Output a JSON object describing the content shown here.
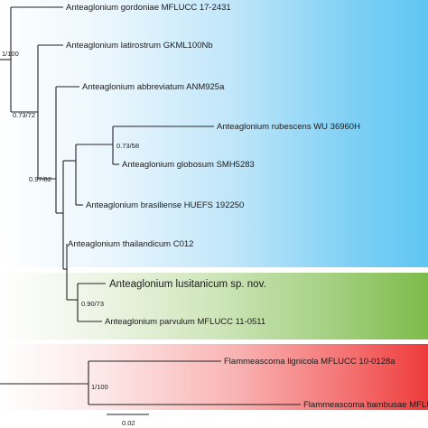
{
  "clades": {
    "anteaglonium_color": "#5ec6f2",
    "new_species_color": "#7dbb4a",
    "flammeascoma_color": "#ee3b3b"
  },
  "taxa": {
    "gordoniae": "Anteaglonium gordoniae MFLUCC 17-2431",
    "latirostrum": "Anteaglonium latirostrum GKML100Nb",
    "abbreviatum": "Anteaglonium abbreviatum ANM925a",
    "rubescens": "Anteaglonium rubescens WU 36960H",
    "globosum": "Anteaglonium globosum SMH5283",
    "brasiliense": "Anteaglonium brasiliense HUEFS 192250",
    "thailandicum": "Anteaglonium thailandicum C012",
    "lusitanicum": "Anteaglonium lusitanicum sp. nov.",
    "parvulum": "Anteaglonium parvulum MFLUCC 11-0511",
    "lignicola": "Flammeascoma lignicola MFLUCC 10-0128a",
    "bambusae": "Flammeascoma bambusae MFLUCC"
  },
  "support": {
    "root_anteaglonium": "1/100",
    "latirostrum_node": "0.73/72",
    "rubescens_globosum": "0.73/58",
    "abbreviatum_node": "0.97/82",
    "lusitanicum_parvulum": "0.90/73",
    "flammeascoma": "1/100"
  },
  "scale_bar": {
    "label": "0.02"
  }
}
